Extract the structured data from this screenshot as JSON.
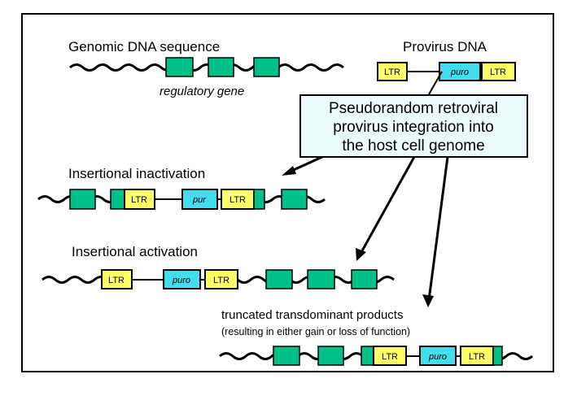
{
  "labels": {
    "genomic_dna": "Genomic DNA sequence",
    "regulatory_gene": "regulatory gene",
    "provirus_dna": "Provirus DNA",
    "center_line1": "Pseudorandom retroviral",
    "center_line2": "provirus integration into",
    "center_line3": "the host cell genome",
    "insertional_inactivation": "Insertional inactivation",
    "insertional_activation": "Insertional activation",
    "truncated_line1": "truncated transdominant products",
    "truncated_line2": "(resulting in either gain or loss of function)"
  },
  "box_labels": {
    "ltr": "LTR",
    "puro": "puro",
    "pur": "pur"
  },
  "colors": {
    "exon": "#00c08a",
    "ltr": "#ffff66",
    "puro": "#44ddee",
    "stroke": "#000000"
  }
}
